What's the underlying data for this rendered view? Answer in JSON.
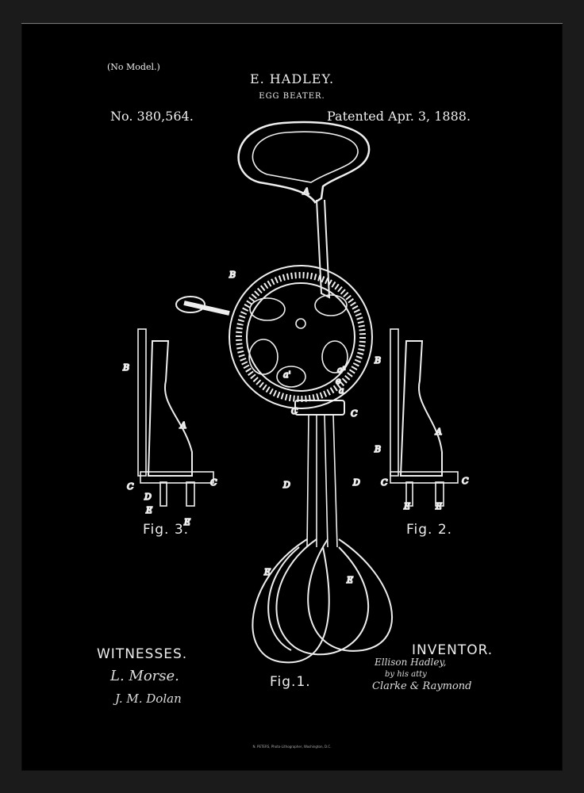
{
  "header": {
    "no_model": "(No Model.)",
    "inventor_name": "E. HADLEY.",
    "title": "EGG BEATER.",
    "patent_number": "No. 380,564.",
    "patent_date": "Patented Apr. 3, 1888."
  },
  "figures": {
    "fig1": "Fig.1.",
    "fig2": "Fig. 2.",
    "fig3": "Fig. 3."
  },
  "labels": {
    "A": "A",
    "B": "B",
    "C": "C",
    "D": "D",
    "E": "E",
    "a": "a",
    "a1": "a'",
    "a2": "a²",
    "e": "e"
  },
  "witnesses": {
    "heading": "WITNESSES.",
    "signatures": [
      "L. Morse.",
      "J. M. Dolan"
    ]
  },
  "inventor": {
    "heading": "INVENTOR.",
    "signature": "Ellison Hadley,",
    "by_line": "by his atty",
    "attorney": "Clarke & Raymond"
  },
  "footer": "N. PETERS, Photo-Lithographer, Washington, D.C.",
  "colors": {
    "frame": "#1b1b1b",
    "background": "#000000",
    "ink": "#eeeeee"
  }
}
